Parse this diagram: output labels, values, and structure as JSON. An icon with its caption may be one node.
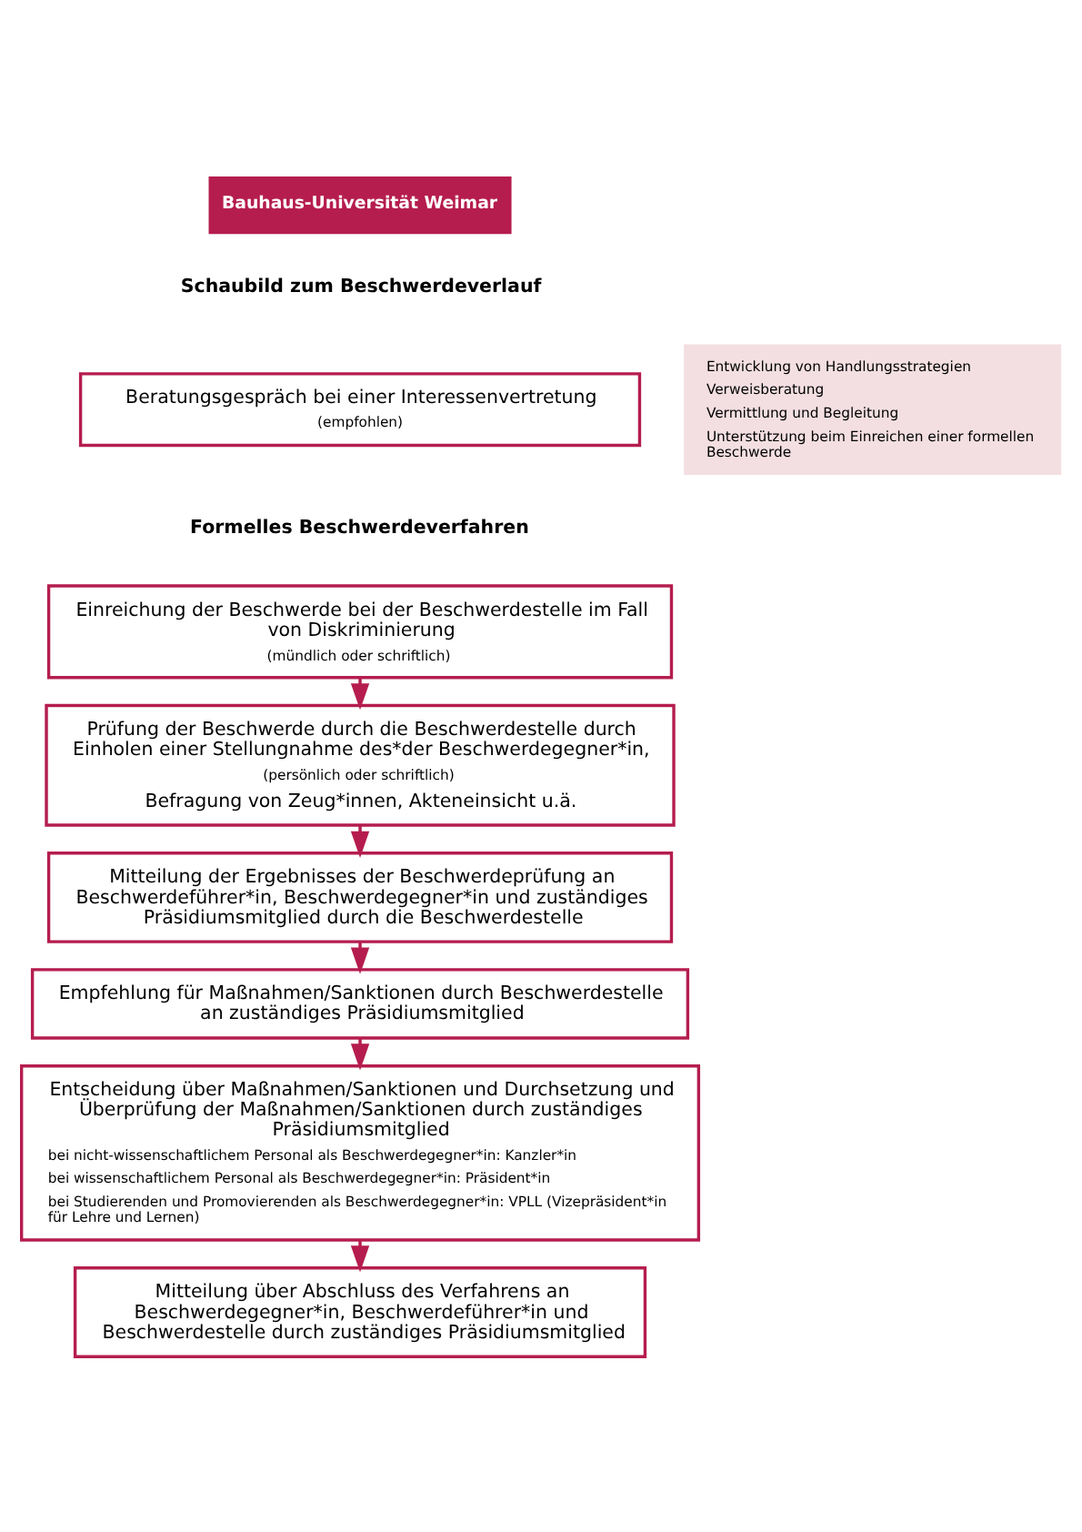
{
  "diagram": {
    "nodes": [
      {
        "text": [
          "Beratungsgespräch bei einer Interessenvertretung",
          "(empfohlen)"
        ]
      },
      {
        "text": [
          "Entwicklung von Handlungsstrategien",
          "Verweisberatung",
          "Vermittlung und Begleitung",
          "Unterstützung beim Einreichen einer formellen Beschwerde"
        ]
      },
      {
        "text": [
          "Einreichung der Beschwerde bei der Beschwerdestelle im Fall von Diskriminierung",
          "(mündlich oder schriftlich)"
        ]
      },
      {
        "text": [
          "Prüfung der Beschwerde durch die Beschwerdestelle durch Einholen einer Stellungnahme des*der Beschwerdegegner*in,",
          "(persönlich oder schriftlich)",
          "Befragung von Zeug*innen, Akteneinsicht u.ä."
        ]
      },
      {
        "text": [
          "Mitteilung der Ergebnisses der Beschwerdeprüfung an Beschwerdeführer*in, Beschwerdegegner*in und zuständiges Präsidiumsmitglied durch die Beschwerdestelle"
        ]
      },
      {
        "text": [
          "Empfehlung für Maßnahmen/Sanktionen durch Beschwerdestelle an zuständiges Präsidiumsmitglied"
        ]
      },
      {
        "text": [
          "Entscheidung über Maßnahmen/Sanktionen und Durchsetzung und Überprüfung der Maßnahmen/Sanktionen durch zuständiges Präsidiumsmitglied",
          "bei nicht-wissenschaftlichem Personal als Beschwerdegegner*in: Kanzler*in",
          "bei wissenschaftlichem Personal als Beschwerdegegner*in: Präsident*in",
          "bei Studierenden und Promovierenden als Beschwerdegegner*in: VPLL (Vizepräsident*in für Lehre und Lernen)"
        ]
      },
      {
        "text": [
          "Mitteilung über Abschluss des Verfahrens an Beschwerdegegner*in, Beschwerdeführer*in und Beschwerdestelle durch zuständiges Präsidiumsmitglied"
        ]
      }
    ],
    "edges": [
      {
        "from": 2,
        "to": 3,
        "arrow": "to"
      },
      {
        "from": 3,
        "to": 4,
        "arrow": "to"
      },
      {
        "from": 4,
        "to": 5,
        "arrow": "to"
      },
      {
        "from": 5,
        "to": 6,
        "arrow": "to"
      },
      {
        "from": 6,
        "to": 7,
        "arrow": "to"
      }
    ],
    "labels": [
      "Bauhaus-Universität Weimar",
      "Schaubild zum Beschwerdeverlauf",
      "Formelles Beschwerdeverfahren"
    ]
  }
}
